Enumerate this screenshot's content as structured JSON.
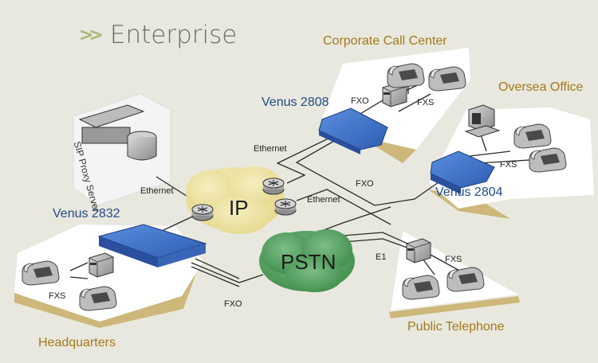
{
  "title": "Enterprise",
  "title_icon": "double-chevron-right-icon",
  "colors": {
    "background": "#e9e8de",
    "site_label": "#a3781c",
    "device_label": "#1e4b8a",
    "ip_cloud": "#efe6a2",
    "pstn_cloud": "#4f9a5a",
    "platform": "#ffffff",
    "platform_shadow": "#cdb77a",
    "device_blue": "#3b6fc4"
  },
  "sites": {
    "corporate": "Corporate Call Center",
    "oversea": "Oversea Office",
    "headquarters": "Headquarters",
    "public": "Public Telephone"
  },
  "devices": {
    "venus2808": "Venus 2808",
    "venus2804": "Venus 2804",
    "venus2832": "Venus 2832",
    "sip_proxy": "SIP Proxy Server"
  },
  "clouds": {
    "ip": "IP",
    "pstn": "PSTN"
  },
  "links": {
    "eth_proxy": "Ethernet",
    "eth_2808": "Ethernet",
    "eth_2804": "Ethernet",
    "fxo_2808": "FXO",
    "fxo_corp": "FXO",
    "fxs_corp": "FXS",
    "fxs_oversea": "FXS",
    "fxs_hq": "FXS",
    "fxo_hq": "FXO",
    "e1": "E1",
    "fxs_public": "FXS"
  }
}
